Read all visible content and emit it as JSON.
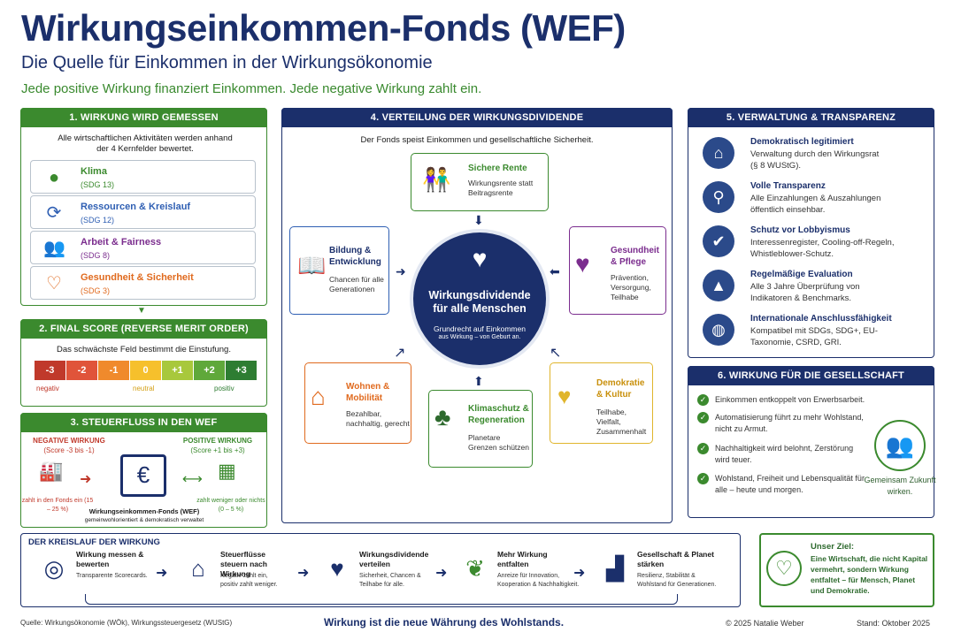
{
  "header": {
    "title": "Wirkungseinkommen-Fonds (WEF)",
    "subtitle": "Die Quelle für Einkommen in der Wirkungsökonomie",
    "tagline": "Jede positive Wirkung finanziert Einkommen. Jede negative Wirkung zahlt ein."
  },
  "section1": {
    "title": "1. WIRKUNG WIRD GEMESSEN",
    "intro": "Alle wirtschaftlichen Aktivitäten werden anhand der 4 Kernfelder bewertet.",
    "fields": [
      {
        "name": "Klima",
        "sdg": "(SDG 13)",
        "icon": "globe-icon",
        "color": "#3b8a2e"
      },
      {
        "name": "Ressourcen & Kreislauf",
        "sdg": "(SDG 12)",
        "icon": "recycle-icon",
        "color": "#2f5fb3"
      },
      {
        "name": "Arbeit & Fairness",
        "sdg": "(SDG 8)",
        "icon": "people-icon",
        "color": "#7b2d8e"
      },
      {
        "name": "Gesundheit & Sicherheit",
        "sdg": "(SDG 3)",
        "icon": "heart-pulse-icon",
        "color": "#e06a1e"
      }
    ]
  },
  "section2": {
    "title": "2. FINAL SCORE (REVERSE MERIT ORDER)",
    "intro": "Das schwächste Feld bestimmt die Einstufung.",
    "scores": [
      "-3",
      "-2",
      "-1",
      "0",
      "+1",
      "+2",
      "+3"
    ],
    "score_colors": [
      "#c0392b",
      "#e0543a",
      "#f08a2c",
      "#f6c02c",
      "#a8c83c",
      "#5fa83a",
      "#2e7d32"
    ],
    "label_neg": "negativ",
    "label_neutral": "neutral",
    "label_pos": "positiv"
  },
  "section3": {
    "title": "3. STEUERFLUSS IN DEN WEF",
    "neg_title": "NEGATIVE WIRKUNG",
    "neg_range": "(Score -3 bis -1)",
    "neg_note": "zahlt in den Fonds ein (15 – 25 %)",
    "pos_title": "POSITIVE WIRKUNG",
    "pos_range": "(Score +1 bis +3)",
    "pos_note": "zahlt weniger oder nichts (0 – 5 %)",
    "fund_name": "Wirkungseinkommen-Fonds (WEF)",
    "fund_desc": "gemeinwohlorientiert & demokratisch verwaltet"
  },
  "section4": {
    "title": "4. VERTEILUNG DER WIRKUNGSDIVIDENDE",
    "intro": "Der Fonds speist Einkommen und gesellschaftliche Sicherheit.",
    "center_title": "Wirkungsdividende für alle Menschen",
    "center_sub": "Grundrecht auf Einkommen",
    "center_sub2": "aus Wirkung – von Geburt an.",
    "nodes": {
      "rente": {
        "title": "Sichere Rente",
        "desc": "Wirkungsrente statt Beitragsrente"
      },
      "bildung": {
        "title": "Bildung & Entwicklung",
        "desc": "Chancen für alle Generationen"
      },
      "gesundheit": {
        "title": "Gesundheit & Pflege",
        "desc": "Prävention, Versorgung, Teilhabe"
      },
      "wohnen": {
        "title": "Wohnen & Mobilität",
        "desc": "Bezahlbar, nachhaltig, gerecht"
      },
      "klima": {
        "title": "Klimaschutz & Regeneration",
        "desc": "Planetare Grenzen schützen"
      },
      "demokratie": {
        "title": "Demokratie & Kultur",
        "desc": "Teilhabe, Vielfalt, Zusammenhalt"
      }
    }
  },
  "section5": {
    "title": "5. VERWALTUNG & TRANSPARENZ",
    "items": [
      {
        "title": "Demokratisch legitimiert",
        "desc": "Verwaltung durch den Wirkungsrat (§ 8 WUStG).",
        "icon": "bank-icon"
      },
      {
        "title": "Volle Transparenz",
        "desc": "Alle Einzahlungen & Auszahlungen öffentlich einsehbar.",
        "icon": "magnifier-icon"
      },
      {
        "title": "Schutz vor Lobbyismus",
        "desc": "Interessenregister, Cooling-off-Regeln, Whistleblower-Schutz.",
        "icon": "shield-icon"
      },
      {
        "title": "Regelmäßige Evaluation",
        "desc": "Alle 3 Jahre Überprüfung von Indikatoren & Benchmarks.",
        "icon": "chart-icon"
      },
      {
        "title": "Internationale Anschlussfähigkeit",
        "desc": "Kompatibel mit SDGs, SDG+, EU-Taxonomie, CSRD, GRI.",
        "icon": "globe-icon"
      }
    ]
  },
  "section6": {
    "title": "6. WIRKUNG FÜR DIE GESELLSCHAFT",
    "items": [
      "Einkommen entkoppelt von Erwerbsarbeit.",
      "Automatisierung führt zu mehr Wohlstand, nicht zu Armut.",
      "Nachhaltigkeit wird belohnt, Zerstörung wird teuer.",
      "Wohlstand, Freiheit und Lebensqualität für alle – heute und morgen."
    ],
    "badge": "Gemeinsam Zukunft wirken."
  },
  "cycle": {
    "title": "DER KREISLAUF DER WIRKUNG",
    "steps": [
      {
        "title": "Wirkung messen & bewerten",
        "desc": "Transparente Scorecards.",
        "icon": "target-icon"
      },
      {
        "title": "Steuerflüsse steuern nach Wirkung",
        "desc": "Negativ zahlt ein, positiv zahlt weniger.",
        "icon": "bank-icon"
      },
      {
        "title": "Wirkungsdividende verteilen",
        "desc": "Sicherheit, Chancen & Teilhabe für alle.",
        "icon": "people-heart-icon"
      },
      {
        "title": "Mehr Wirkung entfalten",
        "desc": "Anreize für Innovation, Kooperation & Nachhaltigkeit.",
        "icon": "leaf-icon"
      },
      {
        "title": "Gesellschaft & Planet stärken",
        "desc": "Resilienz, Stabilität & Wohlstand für Generationen.",
        "icon": "chart-icon"
      }
    ]
  },
  "goal": {
    "title": "Unser Ziel:",
    "text": "Eine Wirtschaft, die nicht Kapital vermehrt, sondern Wirkung entfaltet – für Mensch, Planet und Demokratie."
  },
  "footer": {
    "source": "Quelle: Wirkungsökonomie (WÖk), Wirkungssteuergesetz (WUStG)",
    "motto": "Wirkung ist die neue Währung des Wohlstands.",
    "copyright": "© 2025 Natalie Weber",
    "date": "Stand: Oktober 2025"
  }
}
